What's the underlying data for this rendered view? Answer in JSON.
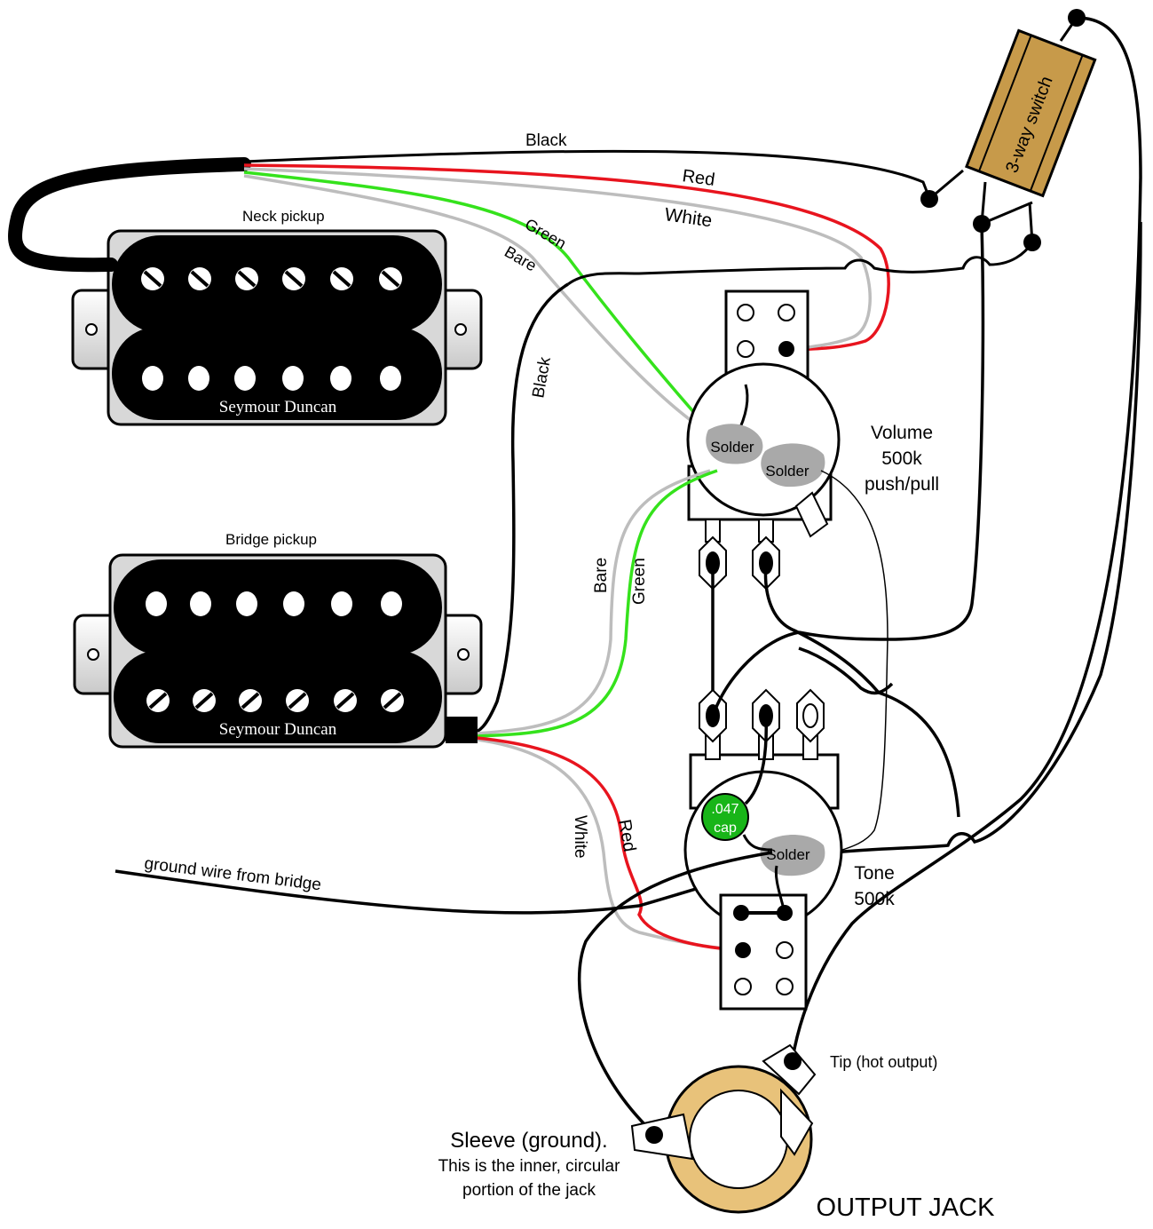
{
  "pickups": {
    "neck": {
      "label": "Neck pickup",
      "brand": "Seymour Duncan"
    },
    "bridge": {
      "label": "Bridge pickup",
      "brand": "Seymour Duncan"
    }
  },
  "wires": {
    "neck_black": "Black",
    "neck_red": "Red",
    "neck_white": "White",
    "neck_green": "Green",
    "neck_bare": "Bare",
    "vertical_black": "Black",
    "bridge_bare": "Bare",
    "bridge_green": "Green",
    "bridge_white": "White",
    "bridge_red": "Red",
    "ground": "ground wire from bridge"
  },
  "switch": {
    "label": "3-way switch"
  },
  "volume": {
    "line1": "Volume",
    "line2": "500k",
    "line3": "push/pull",
    "solder1": "Solder",
    "solder2": "Solder"
  },
  "tone": {
    "line1": "Tone",
    "line2": "500k",
    "solder": "Solder",
    "cap_line1": ".047",
    "cap_line2": "cap"
  },
  "jack": {
    "title": "OUTPUT JACK",
    "tip": "Tip (hot output)",
    "sleeve_line1": "Sleeve (ground).",
    "sleeve_line2": "This is the inner, circular",
    "sleeve_line3": "portion of the jack"
  },
  "colors": {
    "wire_black": "#000000",
    "wire_red": "#e8141e",
    "wire_white": "#bdbdbd",
    "wire_green": "#35e21c",
    "switch_body": "#c79a4a",
    "cap": "#18b518",
    "solder": "#a9a9a9",
    "jack_ring": "#e8c27a"
  }
}
